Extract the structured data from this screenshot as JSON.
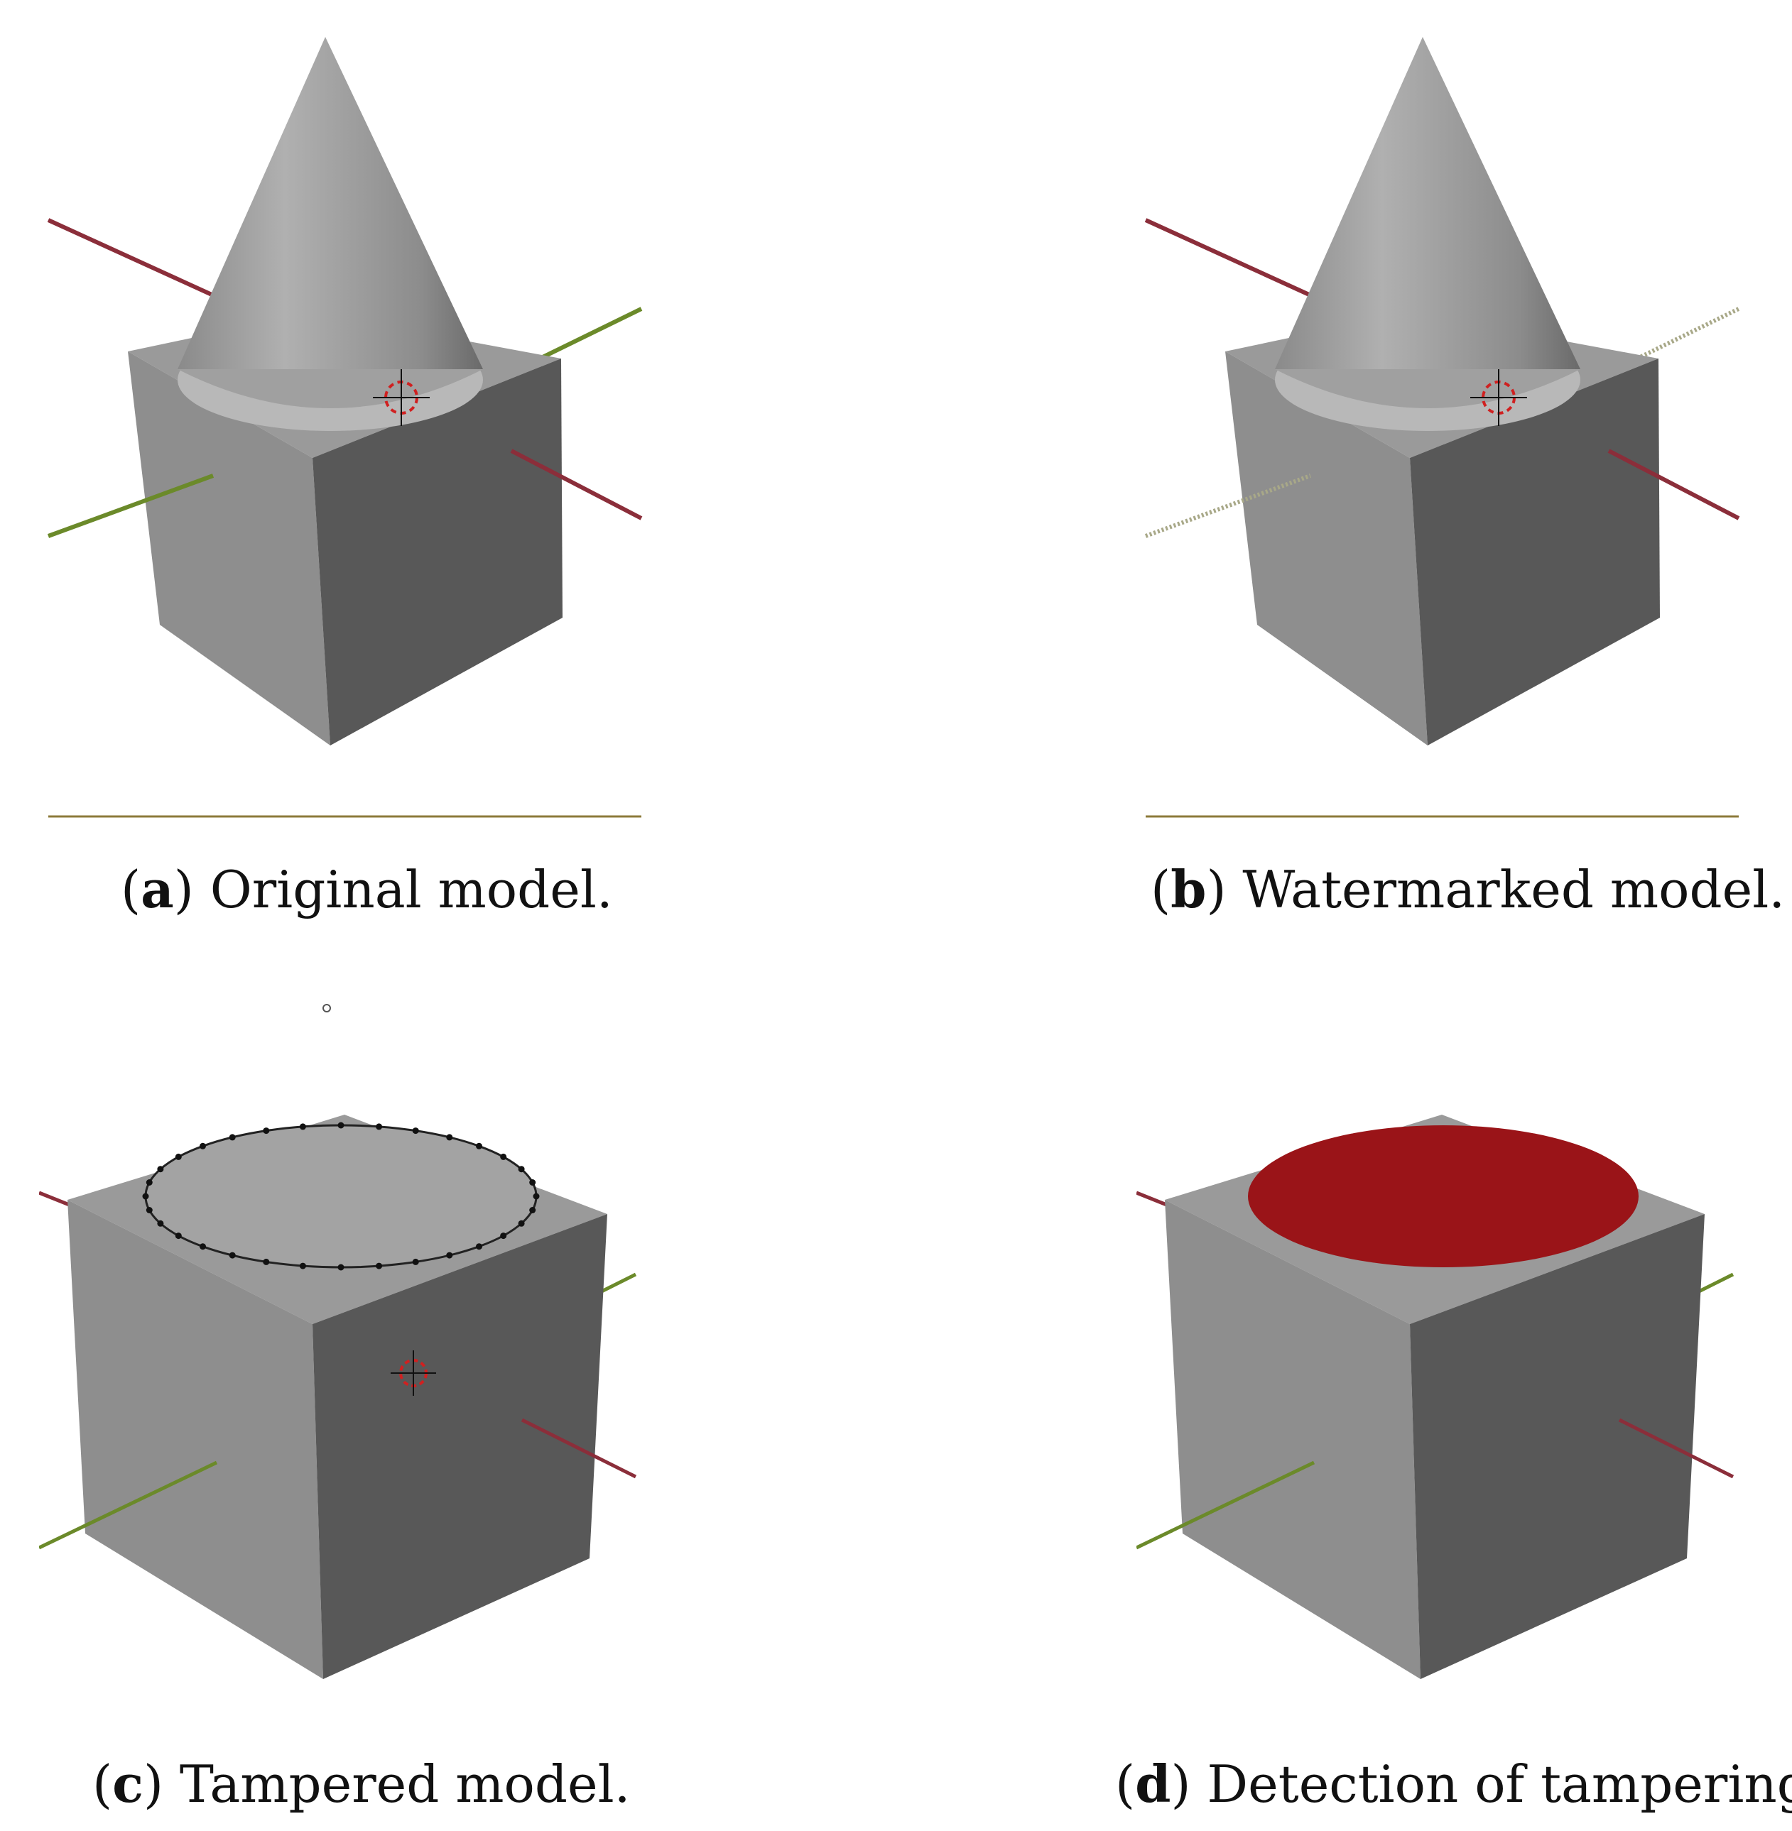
{
  "figure": {
    "panels": [
      {
        "letter": "a",
        "caption": " Original model."
      },
      {
        "letter": "b",
        "caption": " Watermarked model."
      },
      {
        "letter": "c",
        "caption": " Tampered model."
      },
      {
        "letter": "d",
        "caption": " Detection of tampering."
      }
    ]
  },
  "colors": {
    "cube_left": "#8e8e8e",
    "cube_right": "#585858",
    "cube_top": "#9a9a9a",
    "cone_light": "#a8a8a8",
    "cone_dark": "#6e6e6e",
    "axis_x": "#8b2e3a",
    "axis_y": "#6b8a2a",
    "ground_line": "#8c7a3a",
    "detection_region": "#9a1418",
    "vertex_marker": "#111111",
    "cursor_red": "#d02020"
  }
}
